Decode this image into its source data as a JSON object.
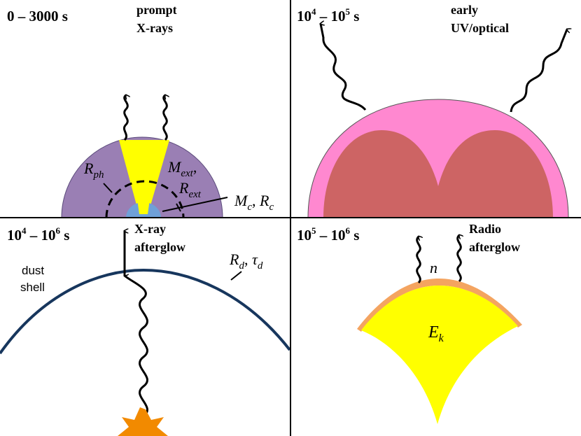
{
  "panels": {
    "top_left": {
      "time_base": "0 – 3000 s",
      "title_line1": "prompt",
      "title_line2": "X-rays",
      "r_ph_main": "R",
      "r_ph_sub": "ph",
      "m_ext_main": "M",
      "m_ext_sub": "ext",
      "m_ext_sep": ",",
      "r_ext_main": "R",
      "r_ext_sub": "ext",
      "mc_main": "M",
      "mc_sub": "c",
      "mc_sep": ", ",
      "rc_main": "R",
      "rc_sub": "c"
    },
    "top_right": {
      "time_a": "10",
      "time_a_exp": "4",
      "time_sep": " – ",
      "time_b": "10",
      "time_b_exp": "5",
      "time_unit": " s",
      "title_line1": "early",
      "title_line2": "UV/optical"
    },
    "bottom_left": {
      "time_a": "10",
      "time_a_exp": "4",
      "time_sep": " – ",
      "time_b": "10",
      "time_b_exp": "6",
      "time_unit": " s",
      "title_line1": "X-ray",
      "title_line2": "afterglow",
      "shell_line1": "dust",
      "shell_line2": "shell",
      "rd_main": "R",
      "rd_sub": "d",
      "rd_sep": ", ",
      "tau_main": "τ",
      "tau_sub": "d"
    },
    "bottom_right": {
      "time_a": "10",
      "time_a_exp": "5",
      "time_sep": " – ",
      "time_b": "10",
      "time_b_exp": "6",
      "time_unit": " s",
      "title_line1": "Radio",
      "title_line2": "afterglow",
      "n_label": "n",
      "ek_main": "E",
      "ek_sub": "k"
    }
  },
  "colors": {
    "ejecta_purple": "#9a7fb4",
    "jet_yellow": "#ffff00",
    "core_blue": "#6fa0d8",
    "cocoon_pink": "#ff88d0",
    "inner_red": "#cd6464",
    "shell_navy": "#17365d",
    "wedge_yellow": "#ffff00",
    "rim_orange": "#f4a460",
    "burst_orange": "#f28a00"
  }
}
